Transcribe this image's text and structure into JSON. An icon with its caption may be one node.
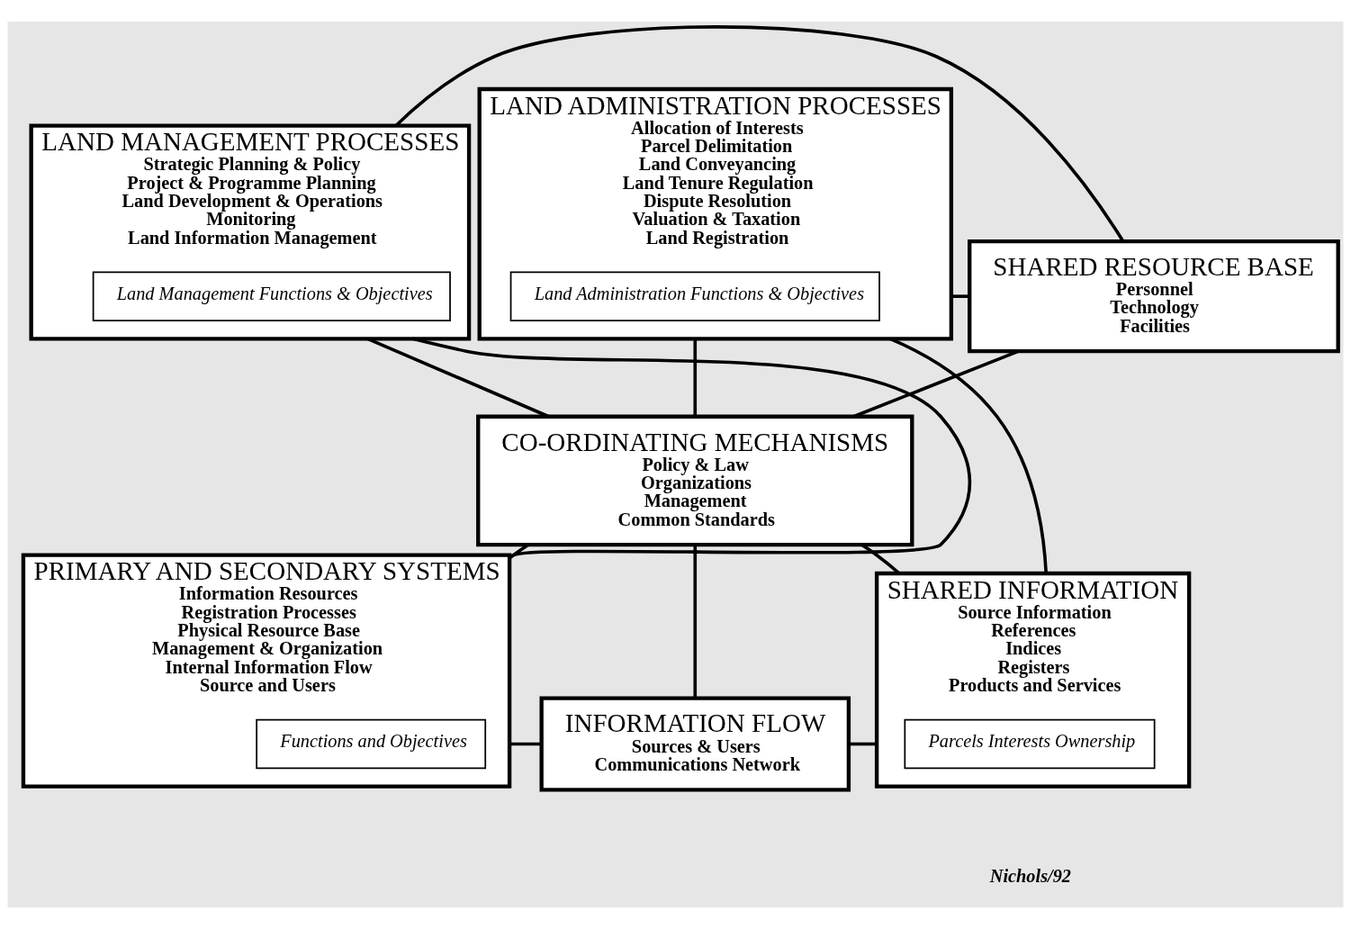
{
  "diagram": {
    "nodes": [
      {
        "text": [
          "LAND MANAGEMENT PROCESSES",
          "Strategic Planning & Policy",
          "Project & Programme Planning",
          "Land Development & Operations",
          "Monitoring",
          "Land Information Management"
        ]
      },
      {
        "text": [
          "Land Management Functions & Objectives"
        ],
        "in": 0
      },
      {
        "text": [
          "SHARED RESOURCE BASE",
          "Personnel",
          "Technology",
          "Facilities"
        ]
      },
      {
        "text": [
          "LAND ADMINISTRATION PROCESSES",
          "Allocation of Interests",
          "Parcel Delimitation",
          "Land Conveyancing",
          "Land Tenure Regulation",
          "Dispute Resolution",
          "Valuation & Taxation",
          "Land Registration"
        ]
      },
      {
        "text": [
          "Land Administration Functions & Objectives"
        ],
        "in": 3
      },
      {
        "text": [
          "CO-ORDINATING MECHANISMS",
          "Policy & Law",
          "Organizations",
          "Management",
          "Common Standards"
        ]
      },
      {
        "text": [
          "PRIMARY AND SECONDARY SYSTEMS",
          "Information Resources",
          "Registration Processes",
          "Physical Resource Base",
          "Management & Organization",
          "Internal Information Flow",
          "Source and Users"
        ]
      },
      {
        "text": [
          "Functions and Objectives"
        ],
        "in": 6
      },
      {
        "text": [
          "INFORMATION FLOW",
          "Sources & Users",
          "Communications Network"
        ]
      },
      {
        "text": [
          "SHARED INFORMATION",
          "Source Information",
          "References",
          "Indices",
          "Registers",
          "Products and Services"
        ]
      },
      {
        "text": [
          "Parcels Interests Ownership"
        ],
        "in": 9
      }
    ],
    "edges": [
      {
        "from": 0,
        "to": 2,
        "arrow": "none"
      },
      {
        "from": 2,
        "to": 3,
        "arrow": "none"
      },
      {
        "from": 3,
        "to": 9,
        "arrow": "none"
      },
      {
        "from": 8,
        "to": 9,
        "arrow": "none"
      },
      {
        "from": 6,
        "to": 8,
        "arrow": "none"
      },
      {
        "from": 0,
        "to": 6,
        "arrow": "none"
      },
      {
        "from": 0,
        "to": 5,
        "arrow": "none"
      },
      {
        "from": 2,
        "to": 5,
        "arrow": "none"
      },
      {
        "from": 3,
        "to": 5,
        "arrow": "none"
      },
      {
        "from": 5,
        "to": 6,
        "arrow": "none"
      },
      {
        "from": 5,
        "to": 8,
        "arrow": "none"
      },
      {
        "from": 5,
        "to": 9,
        "arrow": "none"
      }
    ],
    "labels": [
      "Nichols/92"
    ]
  }
}
